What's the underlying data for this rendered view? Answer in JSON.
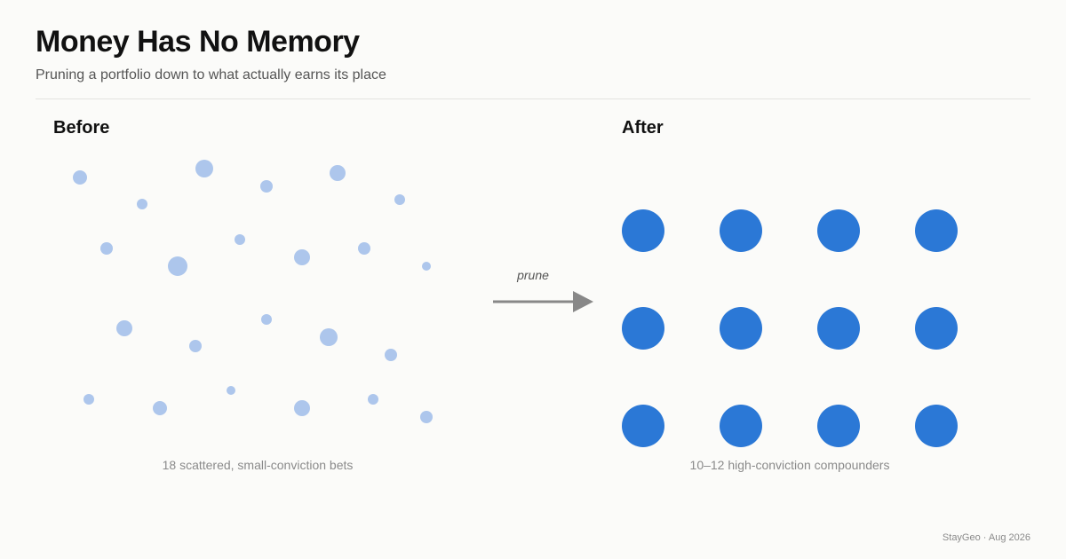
{
  "header": {
    "title": "Money Has No Memory",
    "subtitle": "Pruning a portfolio down to what actually earns its place"
  },
  "before": {
    "label": "Before",
    "caption": "18 scattered, small-conviction bets",
    "dot_color": "#adc6ec"
  },
  "after": {
    "label": "After",
    "caption": "10–12 high-conviction compounders",
    "dot_color": "#2b78d6",
    "rows": 3,
    "cols": 4
  },
  "transition": {
    "label": "prune",
    "arrow_color": "#888888"
  },
  "footer": {
    "credit": "StayGeo · Aug 2026"
  }
}
